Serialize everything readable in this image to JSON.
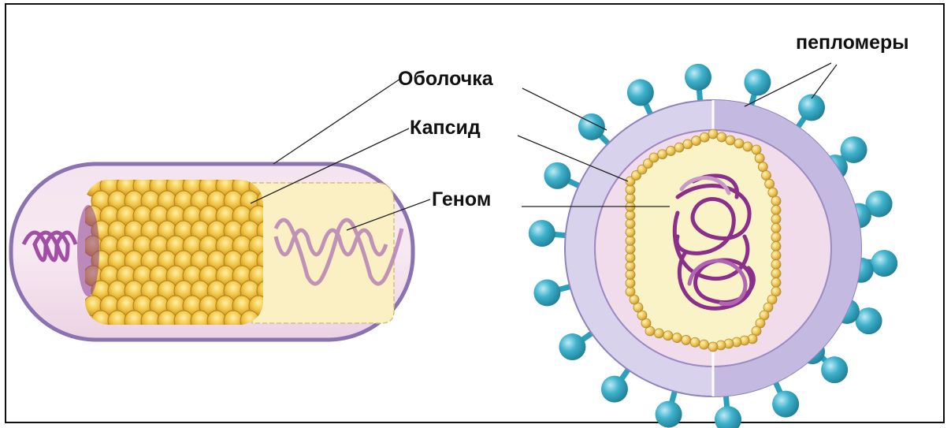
{
  "labels": {
    "envelope": "Оболочка",
    "capsid": "Капсид",
    "genome": "Геном",
    "peplomers": "пепломеры"
  },
  "colors": {
    "capsid_gold": "#e8b62e",
    "envelope_lavender": "#c9c2e3",
    "envelope_dark": "#7a5aa6",
    "inner_pink": "#f1dceb",
    "genome_purple": "#8b3a8f",
    "spike_teal": "#2fa4bf",
    "core_cream": "#fbf3c8"
  }
}
